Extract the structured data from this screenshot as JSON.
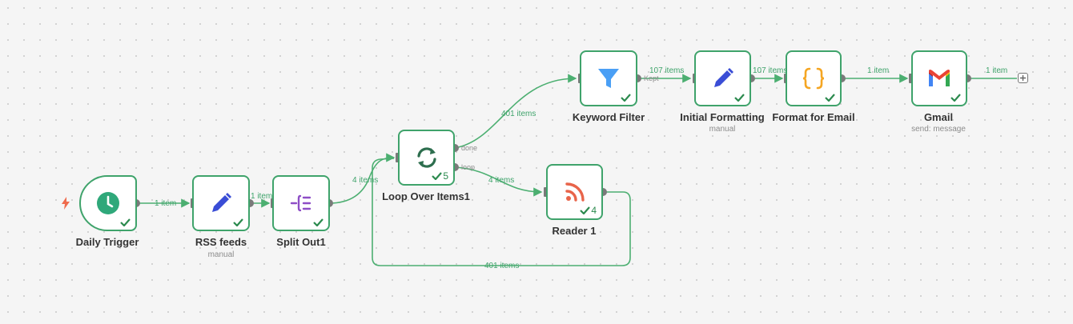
{
  "nodes": {
    "daily_trigger": {
      "label": "Daily Trigger",
      "icon": "clock-icon"
    },
    "rss_feeds": {
      "label": "RSS feeds",
      "subtitle": "manual",
      "icon": "pencil-icon"
    },
    "split_out": {
      "label": "Split Out1",
      "icon": "split-out-icon"
    },
    "loop_over_items": {
      "label": "Loop Over Items1",
      "run_count": "5",
      "icon": "loop-icon",
      "outputs": [
        "done",
        "loop"
      ]
    },
    "reader": {
      "label": "Reader 1",
      "run_count": "4",
      "icon": "rss-icon"
    },
    "keyword_filter": {
      "label": "Keyword Filter",
      "icon": "filter-icon",
      "outputs": [
        "Kept"
      ]
    },
    "initial_formatting": {
      "label": "Initial Formatting",
      "subtitle": "manual",
      "icon": "pencil-icon"
    },
    "format_for_email": {
      "label": "Format for Email",
      "icon": "code-braces-icon"
    },
    "gmail": {
      "label": "Gmail",
      "subtitle": "send: message",
      "icon": "gmail-icon"
    }
  },
  "connections": [
    {
      "from": "Daily Trigger",
      "to": "RSS feeds",
      "label": "1 item"
    },
    {
      "from": "RSS feeds",
      "to": "Split Out1",
      "label": "1 item"
    },
    {
      "from": "Split Out1",
      "to": "Loop Over Items1",
      "label": "4 items"
    },
    {
      "from": "Loop Over Items1 (done)",
      "to": "Keyword Filter",
      "label": "401 items"
    },
    {
      "from": "Loop Over Items1 (loop)",
      "to": "Reader 1",
      "label": "4 items"
    },
    {
      "from": "Reader 1",
      "to": "Loop Over Items1",
      "label": "401 items"
    },
    {
      "from": "Keyword Filter (Kept)",
      "to": "Initial Formatting",
      "label": "107 items"
    },
    {
      "from": "Initial Formatting",
      "to": "Format for Email",
      "label": "107 items"
    },
    {
      "from": "Format for Email",
      "to": "Gmail",
      "label": "1 item"
    },
    {
      "from": "Gmail",
      "to": "add-node",
      "label": "1 item"
    }
  ],
  "colors": {
    "success_border": "#3fa36b",
    "wire": "#4caf71",
    "trigger_bolt": "#ef6b4d",
    "clock_green": "#2fa87a",
    "pencil_blue": "#3a4dd6",
    "split_purple": "#8e4ec6",
    "loop_green": "#2d6e4e",
    "rss_orange": "#e8644a",
    "filter_blue": "#4a9ff5",
    "braces_orange": "#f5a623"
  }
}
